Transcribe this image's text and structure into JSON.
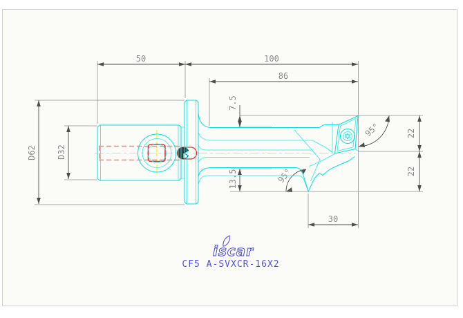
{
  "drawing": {
    "brand": {
      "logo_text": "iscar",
      "logo_icon": "iscar-leaf-icon"
    },
    "part_number": "CF5 A-SVXCR-16X2",
    "dims": {
      "shank_length": "50",
      "overall_head_length": "100",
      "head_length_secondary": "86",
      "tip_offset_top": "7.5",
      "tip_offset_bottom": "13.5",
      "tip_to_lower_point": "30",
      "half_height_top": "22",
      "half_height_bottom": "22",
      "flange_diameter": "D62",
      "shank_diameter": "D32",
      "lead_angle_top": "95°",
      "lead_angle_bottom": "95°"
    },
    "markers": {
      "coolant_outlet": "coolant-ball-marker"
    },
    "colors": {
      "outline_cyan": "#00dede",
      "hidden_red": "#e23232",
      "hidden_red_light": "#f08484",
      "centerline_yellow": "#f0f000",
      "dimension_gray": "#4d4d4d",
      "dim_text_gray": "#8a8a8a",
      "brand_blue": "#5353d8",
      "canvas_background": "#fbfbf7",
      "border_gray": "#cdcdcd"
    }
  }
}
